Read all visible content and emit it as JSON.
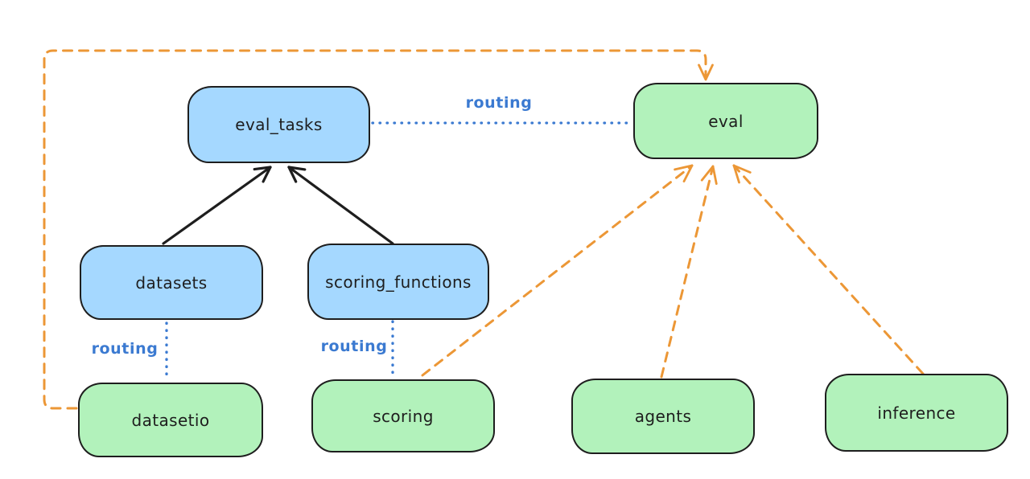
{
  "colors": {
    "blue-fill": "#a5d8ff",
    "green-fill": "#b2f2bb",
    "stroke": "#1e1e1e",
    "orange": "#ec9736",
    "blue-line": "#3b7ad1",
    "background": "#ffffff"
  },
  "nodes": [
    {
      "id": "eval_tasks",
      "label": "eval_tasks",
      "fill": "blue"
    },
    {
      "id": "eval",
      "label": "eval",
      "fill": "green"
    },
    {
      "id": "datasets",
      "label": "datasets",
      "fill": "blue"
    },
    {
      "id": "scoring_functions",
      "label": "scoring_functions",
      "fill": "blue"
    },
    {
      "id": "datasetio",
      "label": "datasetio",
      "fill": "green"
    },
    {
      "id": "scoring",
      "label": "scoring",
      "fill": "green"
    },
    {
      "id": "agents",
      "label": "agents",
      "fill": "green"
    },
    {
      "id": "inference",
      "label": "inference",
      "fill": "green"
    }
  ],
  "edges": [
    {
      "from": "datasets",
      "to": "eval_tasks",
      "style": "solid-black-arrow",
      "label": ""
    },
    {
      "from": "scoring_functions",
      "to": "eval_tasks",
      "style": "solid-black-arrow",
      "label": ""
    },
    {
      "from": "eval_tasks",
      "to": "eval",
      "style": "dotted-blue",
      "label": "routing"
    },
    {
      "from": "datasets",
      "to": "datasetio",
      "style": "dotted-blue",
      "label": "routing"
    },
    {
      "from": "scoring_functions",
      "to": "scoring",
      "style": "dotted-blue",
      "label": "routing"
    },
    {
      "from": "datasetio",
      "to": "eval",
      "style": "dashed-orange-arrow",
      "label": ""
    },
    {
      "from": "scoring",
      "to": "eval",
      "style": "dashed-orange-arrow",
      "label": ""
    },
    {
      "from": "agents",
      "to": "eval",
      "style": "dashed-orange-arrow",
      "label": ""
    },
    {
      "from": "inference",
      "to": "eval",
      "style": "dashed-orange-arrow",
      "label": ""
    }
  ]
}
